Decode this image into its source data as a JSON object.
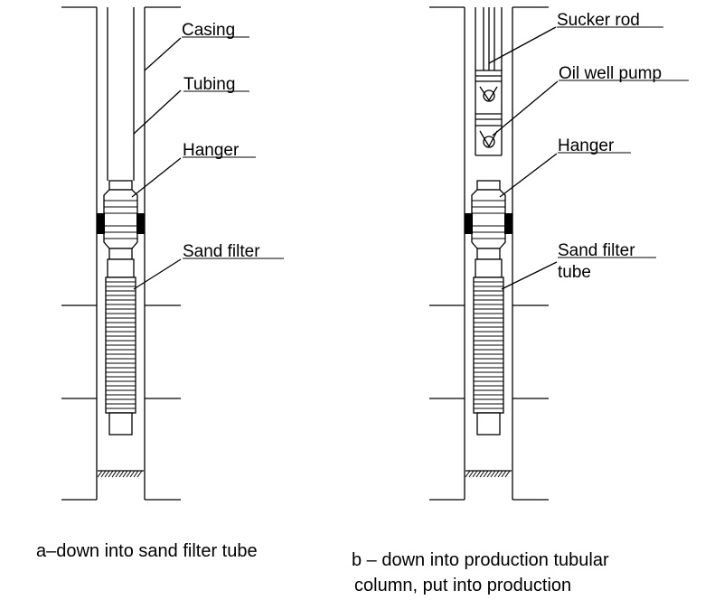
{
  "panel_a": {
    "labels": {
      "casing": "Casing",
      "tubing": "Tubing",
      "hanger": "Hanger",
      "sand_filter": "Sand filter"
    },
    "caption": "a–down into sand filter tube"
  },
  "panel_b": {
    "labels": {
      "sucker_rod": "Sucker rod",
      "oil_well_pump": "Oil well pump",
      "hanger": "Hanger",
      "sand_filter_line1": "Sand filter",
      "sand_filter_line2": "tube"
    },
    "caption_line1": "b – down into production tubular",
    "caption_line2": "column, put into production"
  }
}
